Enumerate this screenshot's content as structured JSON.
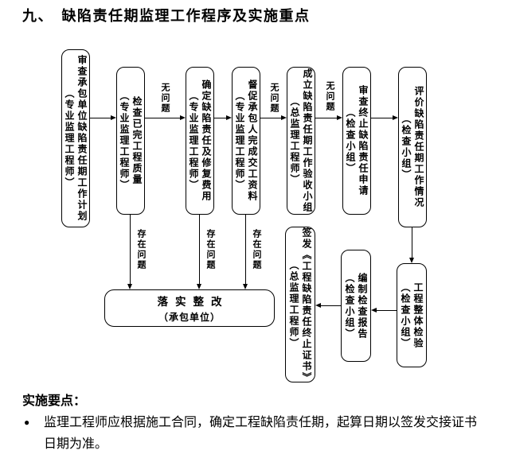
{
  "title": "九、　缺陷责任期监理工作程序及实施重点",
  "colors": {
    "background": "#ffffff",
    "line": "#000000",
    "text": "#000000"
  },
  "flow": {
    "top_boxes": [
      {
        "main": "审查承包单位缺陷责任期工作计划",
        "sub": "（专业监理工程师）"
      },
      {
        "main": "检查已完工程质量",
        "sub": "（专业监理工程师）"
      },
      {
        "main": "确定缺陷责任及修复费用",
        "sub": "（专业监理工程师）"
      },
      {
        "main": "督促承包人完成交工资料",
        "sub": "（专业监理工程师）"
      },
      {
        "main": "成立缺陷责任期工作验收小组",
        "sub": "（总监理工程师）"
      },
      {
        "main": "审查终止缺陷责任申请",
        "sub": "（检查小组）"
      },
      {
        "main": "评价缺陷责任期工作情况",
        "sub": "（检查小组）"
      }
    ],
    "bottom_boxes": [
      {
        "main": "签发《工程缺陷责任终止证书》",
        "sub": "（总监理工程师）"
      },
      {
        "main": "编制检查报告",
        "sub": "（检查小组）"
      },
      {
        "main": "工程整体检验",
        "sub": "（检查小组）"
      }
    ],
    "rectify_box": {
      "main": "落实整改",
      "sub": "（承包单位）"
    },
    "labels": {
      "no_problem": "无问题",
      "has_problem": "存在问题"
    }
  },
  "notes": {
    "heading": "实施要点：",
    "bullet": "●",
    "items": [
      "监理工程师应根据施工合同，确定工程缺陷责任期，起算日期以签发交接证书日期为准。"
    ]
  }
}
